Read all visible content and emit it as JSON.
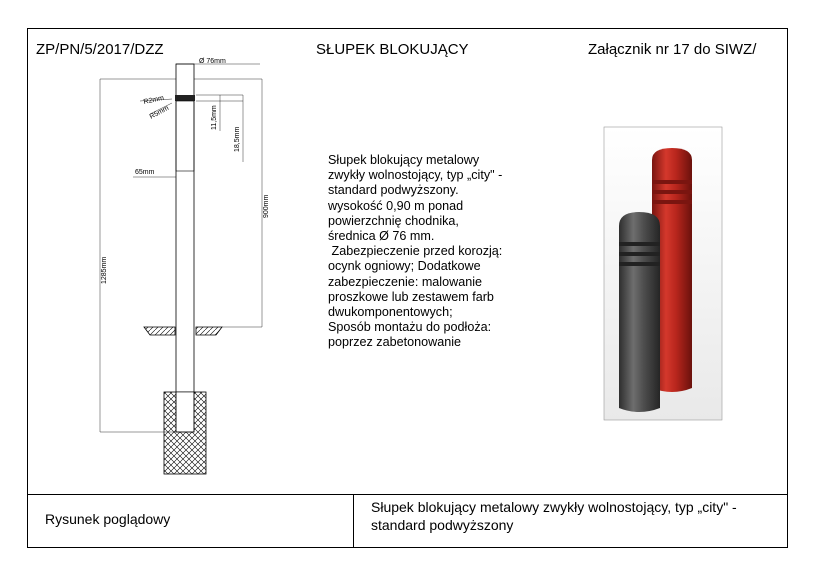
{
  "header": {
    "doc_id": "ZP/PN/5/2017/DZZ",
    "title": "SŁUPEK BLOKUJĄCY",
    "attachment": "Załącznik nr 17 do SIWZ/"
  },
  "drawing": {
    "dims": {
      "diameter": "Ø 76mm",
      "r2": "R2mm",
      "r5": "R5mm",
      "d115": "11,5mm",
      "d185": "18,5mm",
      "d65": "65mm",
      "d900": "900mm",
      "d1285": "1285mm"
    }
  },
  "description": {
    "lines": [
      "Słupek blokujący metalowy",
      "zwykły wolnostojący, typ „city\" -",
      "standard podwyższony.",
      "wysokość 0,90 m ponad",
      "powierzchnię chodnika,",
      "średnica Ø 76 mm.",
      " Zabezpieczenie przed korozją:",
      "ocynk ogniowy; Dodatkowe",
      "zabezpieczenie: malowanie",
      "proszkowe lub zestawem farb",
      "dwukomponentowych;",
      "Sposób montażu do podłoża:",
      "poprzez zabetonowanie"
    ]
  },
  "photo": {
    "red_bollard_color": "#c0231b",
    "grey_bollard_color": "#4a4a4a"
  },
  "footer": {
    "left": "Rysunek poglądowy",
    "right": "Słupek blokujący metalowy zwykły wolnostojący, typ „city\" - standard podwyższony"
  }
}
